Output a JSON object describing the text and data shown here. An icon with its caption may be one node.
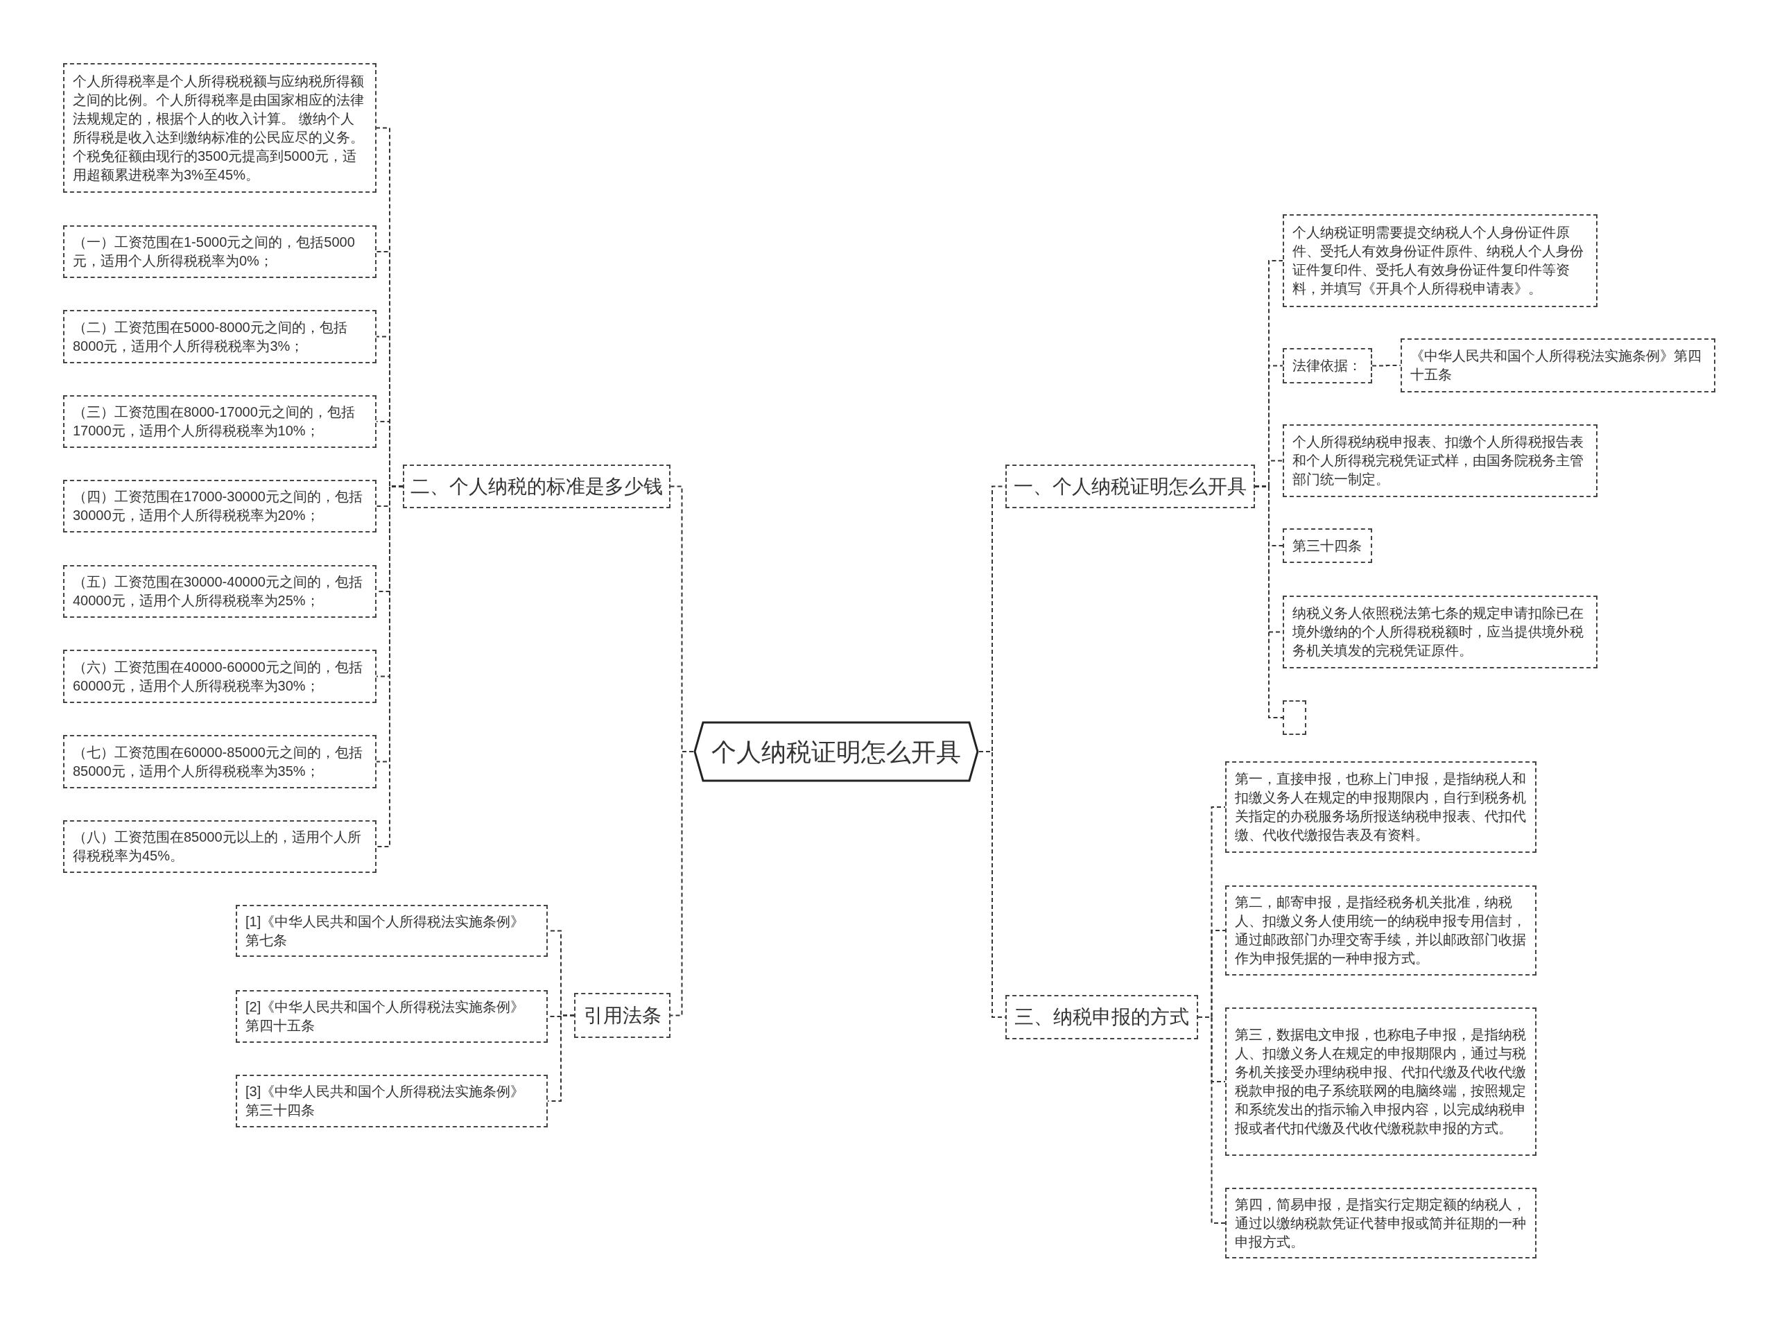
{
  "diagram": {
    "nodes": [
      {
        "text": [
          "个人纳税证明怎么开具"
        ]
      },
      {
        "text": [
          "一、个人纳税证明怎么开具"
        ]
      },
      {
        "text": [
          "个人纳税证明需要提交纳税人个人身份证件原件、受托人有效身份证件原件、纳税人个人身份证件复印件、受托人有效身份证件复印件等资料，并填写《开具个人所得税申请表》。"
        ]
      },
      {
        "text": [
          "法律依据："
        ]
      },
      {
        "text": [
          "《中华人民共和国个人所得税法实施条例》第四十五条"
        ]
      },
      {
        "text": [
          "个人所得税纳税申报表、扣缴个人所得税报告表和个人所得税完税凭证式样，由国务院税务主管部门统一制定。"
        ]
      },
      {
        "text": [
          "第三十四条"
        ]
      },
      {
        "text": [
          "纳税义务人依照税法第七条的规定申请扣除已在境外缴纳的个人所得税税额时，应当提供境外税务机关填发的完税凭证原件。"
        ]
      },
      {
        "text": [],
        "shape": "box"
      },
      {
        "text": [
          "三、纳税申报的方式"
        ]
      },
      {
        "text": [
          "第一，直接申报，也称上门申报，是指纳税人和扣缴义务人在规定的申报期限内，自行到税务机关指定的办税服务场所报送纳税申报表、代扣代缴、代收代缴报告表及有资料。"
        ]
      },
      {
        "text": [
          "第二，邮寄申报，是指经税务机关批准，纳税人、扣缴义务人使用统一的纳税申报专用信封，通过邮政部门办理交寄手续，并以邮政部门收据作为申报凭据的一种申报方式。"
        ]
      },
      {
        "text": [
          "第三，数据电文申报，也称电子申报，是指纳税人、扣缴义务人在规定的申报期限内，通过与税务机关接受办理纳税申报、代扣代缴及代收代缴税款申报的电子系统联网的电脑终端，按照规定和系统发出的指示输入申报内容，以完成纳税申报或者代扣代缴及代收代缴税款申报的方式。"
        ]
      },
      {
        "text": [
          "第四，简易申报，是指实行定期定额的纳税人，通过以缴纳税款凭证代替申报或简并征期的一种申报方式。"
        ]
      },
      {
        "text": [
          "二、个人纳税的标准是多少钱"
        ]
      },
      {
        "text": [
          "个人所得税率是个人所得税税额与应纳税所得额之间的比例。个人所得税率是由国家相应的法律法规规定的，根据个人的收入计算。 缴纳个人所得税是收入达到缴纳标准的公民应尽的义务。个税免征额由现行的3500元提高到5000元，适用超额累进税率为3%至45%。"
        ]
      },
      {
        "text": [
          "（一）工资范围在1-5000元之间的，包括5000元，适用个人所得税税率为0%；"
        ]
      },
      {
        "text": [
          "（二）工资范围在5000-8000元之间的，包括8000元，适用个人所得税税率为3%；"
        ]
      },
      {
        "text": [
          "（三）工资范围在8000-17000元之间的，包括17000元，适用个人所得税税率为10%；"
        ]
      },
      {
        "text": [
          "（四）工资范围在17000-30000元之间的，包括30000元，适用个人所得税税率为20%；"
        ]
      },
      {
        "text": [
          "（五）工资范围在30000-40000元之间的，包括40000元，适用个人所得税税率为25%；"
        ]
      },
      {
        "text": [
          "（六）工资范围在40000-60000元之间的，包括60000元，适用个人所得税税率为30%；"
        ]
      },
      {
        "text": [
          "（七）工资范围在60000-85000元之间的，包括85000元，适用个人所得税税率为35%；"
        ]
      },
      {
        "text": [
          "（八）工资范围在85000元以上的，适用个人所得税税率为45%。"
        ]
      },
      {
        "text": [
          "引用法条"
        ]
      },
      {
        "text": [
          "[1]《中华人民共和国个人所得税法实施条例》第七条"
        ]
      },
      {
        "text": [
          "[2]《中华人民共和国个人所得税法实施条例》第四十五条"
        ]
      },
      {
        "text": [
          "[3]《中华人民共和国个人所得税法实施条例》第三十四条"
        ]
      }
    ],
    "edges": [
      {
        "from": 0,
        "to": 1,
        "arrow": "none"
      },
      {
        "from": 0,
        "to": 9,
        "arrow": "none"
      },
      {
        "from": 0,
        "to": 14,
        "arrow": "none"
      },
      {
        "from": 0,
        "to": 24,
        "arrow": "none"
      },
      {
        "from": 1,
        "to": 2,
        "arrow": "none"
      },
      {
        "from": 1,
        "to": 3,
        "arrow": "none"
      },
      {
        "from": 3,
        "to": 4,
        "arrow": "none"
      },
      {
        "from": 1,
        "to": 5,
        "arrow": "none"
      },
      {
        "from": 1,
        "to": 6,
        "arrow": "none"
      },
      {
        "from": 1,
        "to": 7,
        "arrow": "none"
      },
      {
        "from": 1,
        "to": 8,
        "arrow": "none"
      },
      {
        "from": 9,
        "to": 10,
        "arrow": "none"
      },
      {
        "from": 9,
        "to": 11,
        "arrow": "none"
      },
      {
        "from": 9,
        "to": 12,
        "arrow": "none"
      },
      {
        "from": 9,
        "to": 13,
        "arrow": "none"
      },
      {
        "from": 14,
        "to": 15,
        "arrow": "none"
      },
      {
        "from": 14,
        "to": 16,
        "arrow": "none"
      },
      {
        "from": 14,
        "to": 17,
        "arrow": "none"
      },
      {
        "from": 14,
        "to": 18,
        "arrow": "none"
      },
      {
        "from": 14,
        "to": 19,
        "arrow": "none"
      },
      {
        "from": 14,
        "to": 20,
        "arrow": "none"
      },
      {
        "from": 14,
        "to": 21,
        "arrow": "none"
      },
      {
        "from": 14,
        "to": 22,
        "arrow": "none"
      },
      {
        "from": 14,
        "to": 23,
        "arrow": "none"
      },
      {
        "from": 24,
        "to": 25,
        "arrow": "none"
      },
      {
        "from": 24,
        "to": 26,
        "arrow": "none"
      },
      {
        "from": 24,
        "to": 27,
        "arrow": "none"
      }
    ]
  }
}
